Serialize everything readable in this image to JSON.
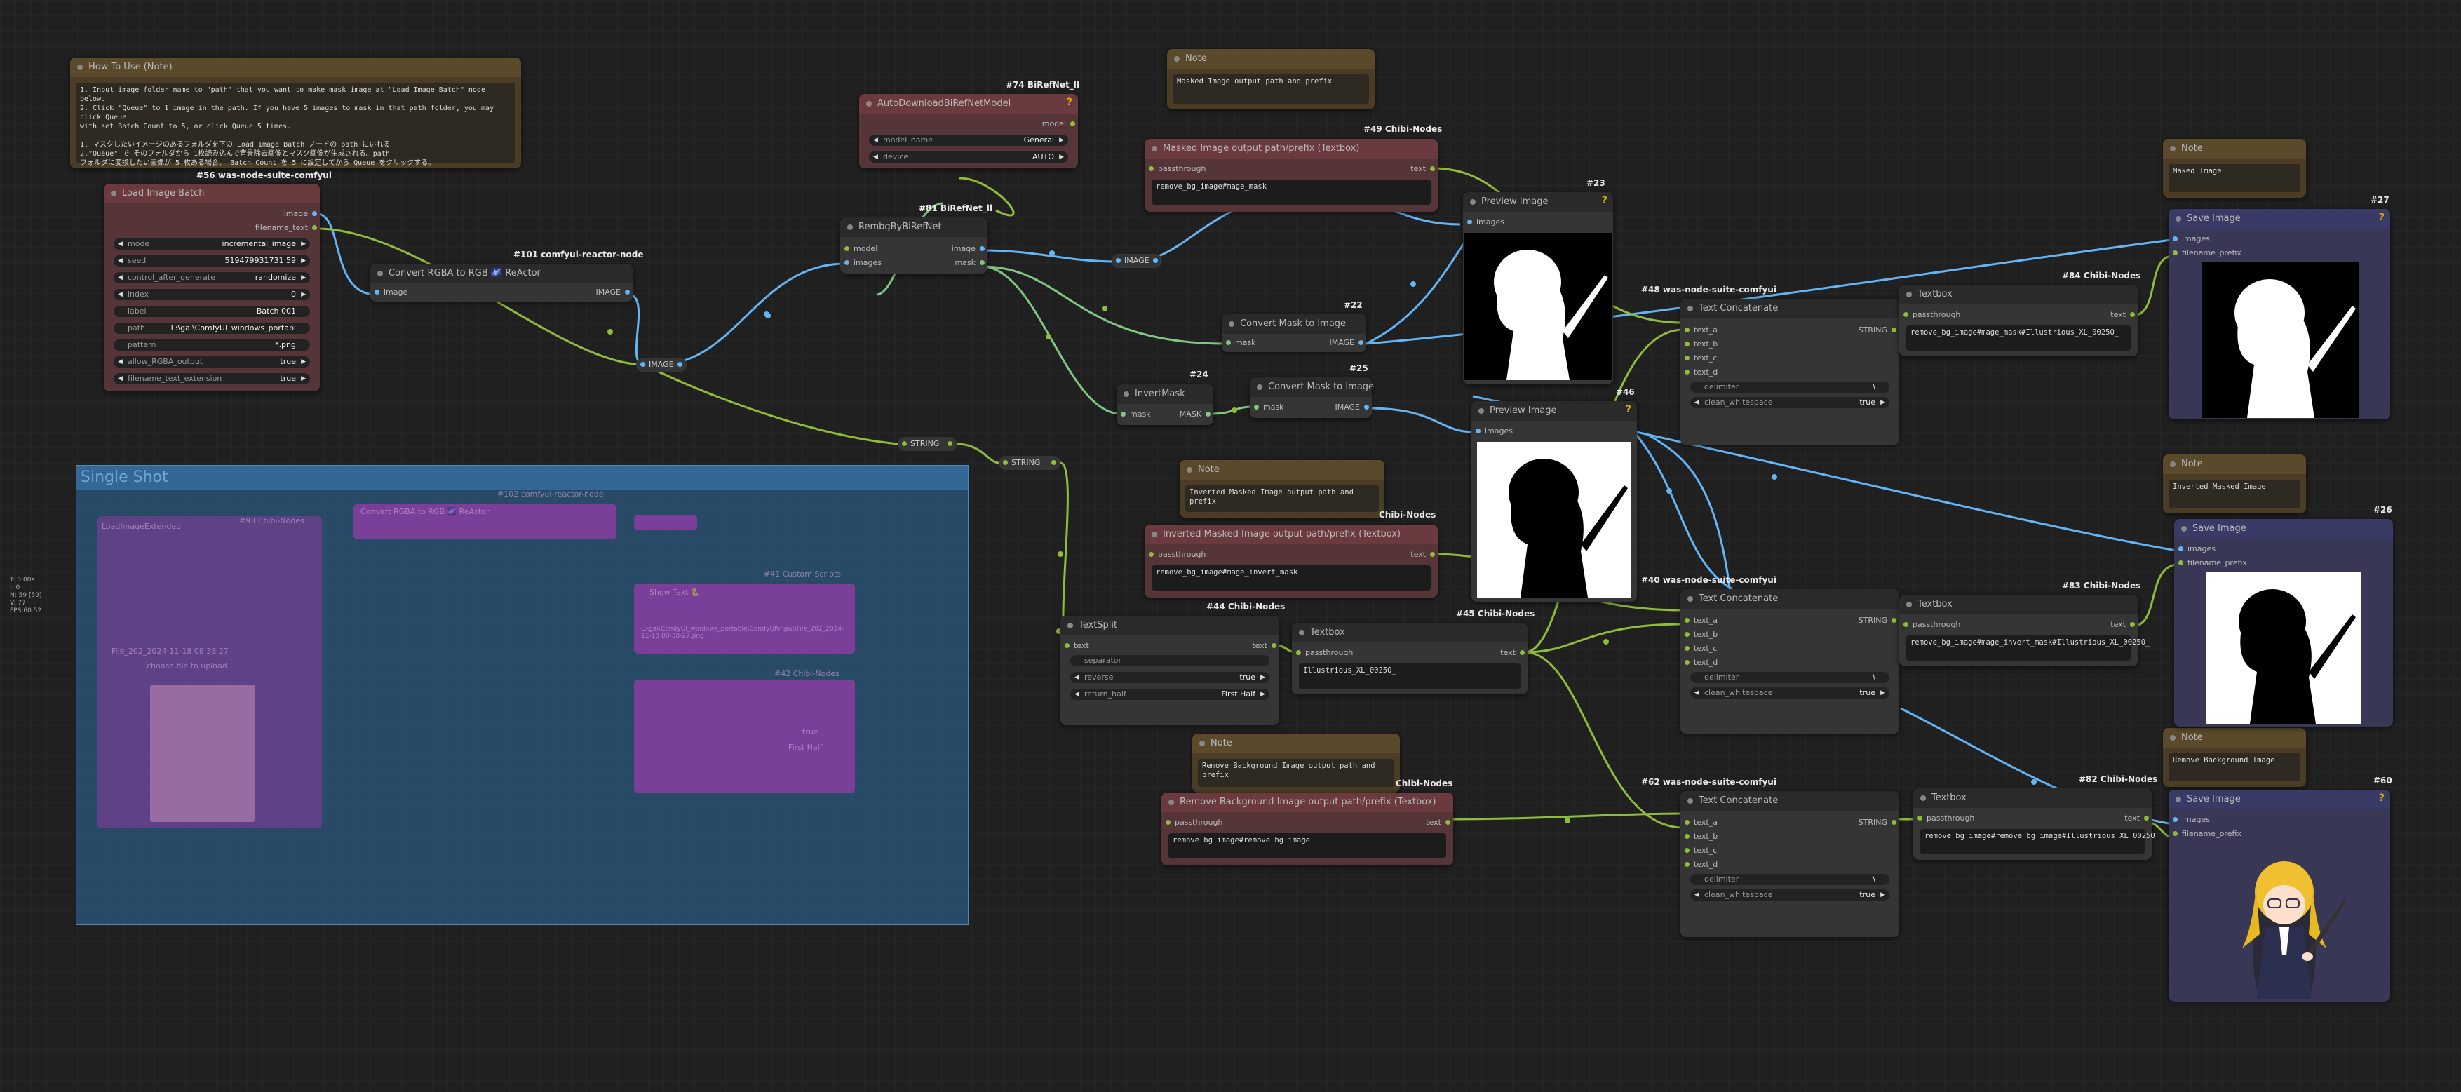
{
  "stats": [
    "T: 0.00s",
    "I: 0",
    "N: 59 [59]",
    "V: 77",
    "FPS:60.52"
  ],
  "group": {
    "title": "Single Shot"
  },
  "notes": {
    "how_to_use": {
      "title": "How To Use (Note)",
      "text": "1. Input image folder name to \"path\" that you want to make mask image at \"Load Image Batch\" node below.\n2. Click \"Queue\" to 1 image in the path. If you have 5 images to mask in that path folder, you may click Queue\nwith set Batch Count to 5, or click Queue 5 times.\n\n1. マスクしたいイメージのあるフォルダを下の Load Image Batch ノードの path にいれる\n2.\"Queue\" で そのフォルダから 1枚読み込んで背景除去画像とマスク画像が生成される。path\nフォルダに変換したい画像が 5 枚ある場合、 Batch Count を 5 に設定してから Queue をクリックする。"
    },
    "note_masked": {
      "title": "Note",
      "text": "Masked Image output path and prefix"
    },
    "note_inverted": {
      "title": "Note",
      "text": "Inverted Masked Image output path and prefix"
    },
    "note_removebg": {
      "title": "Note",
      "text": "Remove Background Image output path and prefix"
    },
    "note_r1": {
      "title": "Note",
      "text": "Maked Image"
    },
    "note_r2": {
      "title": "Note",
      "text": "Inverted Masked Image"
    },
    "note_r3": {
      "title": "Note",
      "text": "Remove Background Image"
    }
  },
  "load_image_batch": {
    "badge": "#56 was-node-suite-comfyui",
    "title": "Load Image Batch",
    "outputs": [
      "image",
      "filename_text"
    ],
    "widgets": [
      {
        "label": "mode",
        "value": "incremental_image"
      },
      {
        "label": "seed",
        "value": "519479931731 59"
      },
      {
        "label": "control_after_generate",
        "value": "randomize"
      },
      {
        "label": "index",
        "value": "0"
      },
      {
        "label": "label",
        "value": "Batch 001"
      },
      {
        "label": "path",
        "value": "L:\\gai\\ComfyUI_windows_portabl"
      },
      {
        "label": "pattern",
        "value": "*.png"
      },
      {
        "label": "allow_RGBA_output",
        "value": "true"
      },
      {
        "label": "filename_text_extension",
        "value": "true"
      }
    ]
  },
  "convert_rgba": {
    "badge": "#101 comfyui-reactor-node",
    "title": "Convert RGBA to RGB 🌌 ReActor",
    "input": "image",
    "output": "IMAGE"
  },
  "autodownload": {
    "badge": "#74 BiRefNet_ll",
    "title": "AutoDownloadBiRefNetModel",
    "output": "model",
    "widgets": [
      {
        "label": "model_name",
        "value": "General"
      },
      {
        "label": "device",
        "value": "AUTO"
      }
    ]
  },
  "rembg": {
    "badge": "#81 BiRefNet_ll",
    "title": "RembgByBiRefNet",
    "inputs": [
      "model",
      "images"
    ],
    "outputs": [
      "image",
      "mask"
    ]
  },
  "masked_path": {
    "badge": "#49 Chibi-Nodes",
    "title": "Masked Image output path/prefix (Textbox)",
    "input": "passthrough",
    "output": "text",
    "text": "remove_bg_image#mage_mask"
  },
  "inverted_path": {
    "badge": "Chibi-Nodes",
    "title": "Inverted Masked Image output path/prefix (Textbox)",
    "input": "passthrough",
    "output": "text",
    "text": "remove_bg_image#mage_invert_mask"
  },
  "removebg_path": {
    "badge": "Chibi-Nodes",
    "title": "Remove Background Image output path/prefix (Textbox)",
    "input": "passthrough",
    "output": "text",
    "text": "remove_bg_image#remove_bg_image"
  },
  "convert_mask_22": {
    "badge": "#22",
    "title": "Convert Mask to Image",
    "input": "mask",
    "output": "IMAGE"
  },
  "convert_mask_25": {
    "badge": "#25",
    "title": "Convert Mask to Image",
    "input": "mask",
    "output": "IMAGE"
  },
  "invert_mask": {
    "badge": "#24",
    "title": "InvertMask",
    "input": "mask",
    "output": "MASK"
  },
  "preview_23": {
    "badge": "#23",
    "title": "Preview Image",
    "input": "images"
  },
  "preview_46": {
    "badge": "#46",
    "title": "Preview Image",
    "input": "images"
  },
  "text_split": {
    "badge": "#44 Chibi-Nodes",
    "title": "TextSplit",
    "input": "text",
    "output": "text",
    "widgets": [
      {
        "label": "separator",
        "value": ""
      },
      {
        "label": "reverse",
        "value": "true"
      },
      {
        "label": "return_half",
        "value": "First Half"
      }
    ]
  },
  "textbox_45": {
    "badge": "#45 Chibi-Nodes",
    "title": "Textbox",
    "input": "passthrough",
    "output": "text",
    "text": "Illustrious_XL_0025O_"
  },
  "concat_48": {
    "badge": "#48 was-node-suite-comfyui",
    "title": "Text Concatenate",
    "inputs": [
      "text_a",
      "text_b",
      "text_c",
      "text_d"
    ],
    "output": "STRING",
    "widgets": [
      {
        "label": "delimiter",
        "value": "\\"
      },
      {
        "label": "clean_whitespace",
        "value": "true"
      }
    ]
  },
  "concat_40": {
    "badge": "#40 was-node-suite-comfyui",
    "title": "Text Concatenate",
    "inputs": [
      "text_a",
      "text_b",
      "text_c",
      "text_d"
    ],
    "output": "STRING",
    "widgets": [
      {
        "label": "delimiter",
        "value": "\\"
      },
      {
        "label": "clean_whitespace",
        "value": "true"
      }
    ]
  },
  "concat_62": {
    "badge": "#62 was-node-suite-comfyui",
    "title": "Text Concatenate",
    "inputs": [
      "text_a",
      "text_b",
      "text_c",
      "text_d"
    ],
    "output": "STRING",
    "widgets": [
      {
        "label": "delimiter",
        "value": "\\"
      },
      {
        "label": "clean_whitespace",
        "value": "true"
      }
    ]
  },
  "textbox_84": {
    "badge": "#84 Chibi-Nodes",
    "title": "Textbox",
    "input": "passthrough",
    "output": "text",
    "text": "remove_bg_image#mage_mask#Illustrious_XL_0025O_"
  },
  "textbox_83": {
    "badge": "#83 Chibi-Nodes",
    "title": "Textbox",
    "input": "passthrough",
    "output": "text",
    "text": "remove_bg_image#mage_invert_mask#Illustrious_XL_0025O_"
  },
  "textbox_82": {
    "badge": "#82 Chibi-Nodes",
    "title": "Textbox",
    "input": "passthrough",
    "output": "text",
    "text": "remove_bg_image#remove_bg_image#Illustrious_XL_0025O_"
  },
  "save_27": {
    "badge": "#27",
    "title": "Save Image",
    "inputs": [
      "images",
      "filename_prefix"
    ]
  },
  "save_26": {
    "badge": "#26",
    "title": "Save Image",
    "inputs": [
      "images",
      "filename_prefix"
    ]
  },
  "save_60": {
    "badge": "#60",
    "title": "Save Image",
    "inputs": [
      "images",
      "filename_prefix"
    ]
  },
  "reroutes": {
    "image_a": "IMAGE",
    "image_b": "IMAGE",
    "string_a": "STRING",
    "string_b": "STRING"
  },
  "group_nodes": {
    "n1": "#93 Chibi-Nodes",
    "n1_title": "LoadImageExtended",
    "n2": "#102 comfyui-reactor-node",
    "n2_title": "Convert RGBA to RGB 🌌 ReActor",
    "n3": "#41 Custom Scripts",
    "n3_title": "Show Text 🐍",
    "n4": "#42 Chibi-Nodes",
    "n5": "#41 Custom Scripts",
    "file": "File_202_2024-11-18 08 38 27",
    "choose": "choose file to upload",
    "text_show": "L:\\gai\\ComfyUI_windows_portable\\ComfyUI\\input\\File_202_2024-11-18 08-38-27.png",
    "return_half": "First Half",
    "reverse": "true"
  }
}
